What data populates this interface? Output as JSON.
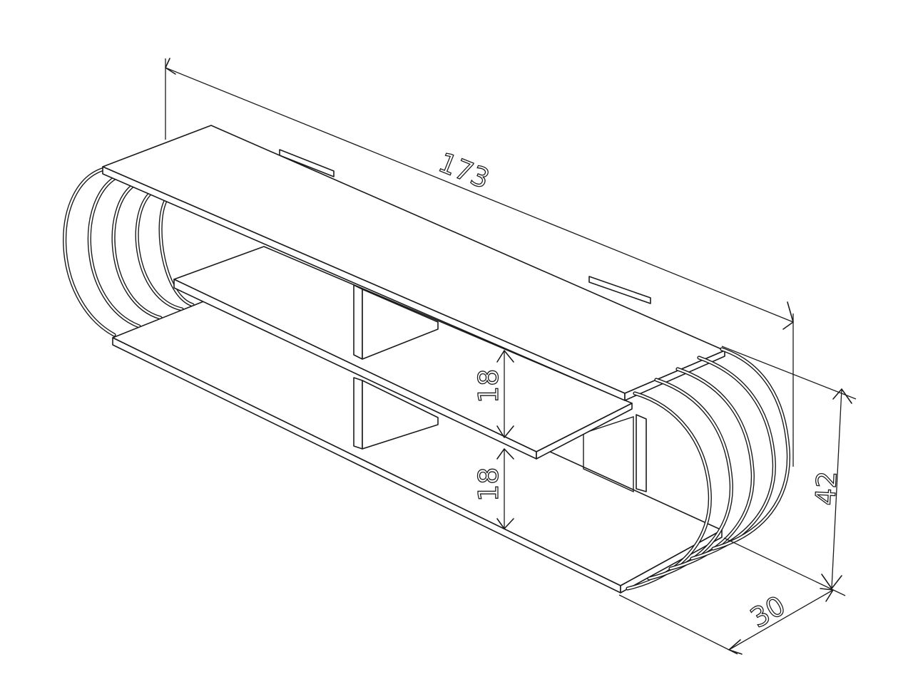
{
  "dimensions": {
    "length": "173",
    "height": "42",
    "depth": "30",
    "upper_shelf_gap": "18",
    "lower_shelf_gap": "18"
  },
  "colors": {
    "line": "#1a1a1a",
    "background": "#ffffff"
  }
}
